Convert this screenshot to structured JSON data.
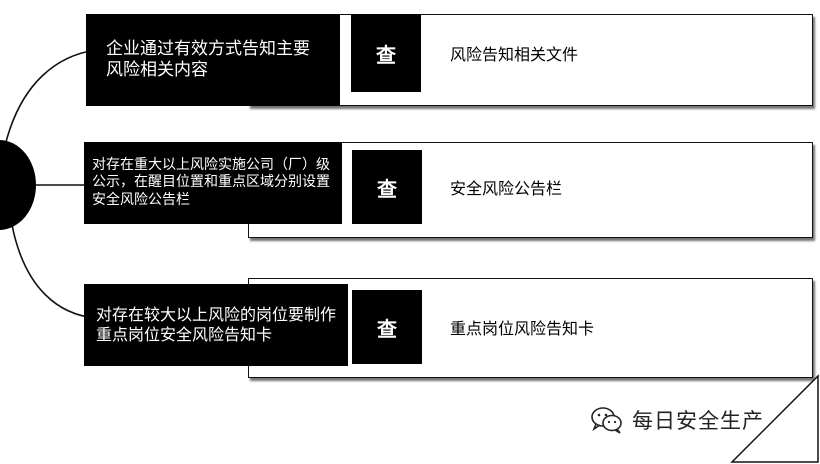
{
  "rows": [
    {
      "condition": "企业通过有效方式告知主要风险相关内容",
      "action": "查",
      "result": "风险告知相关文件"
    },
    {
      "condition": "对存在重大以上风险实施公司（厂）级公示，在醒目位置和重点区域分别设置安全风险公告栏",
      "action": "查",
      "result": "安全风险公告栏"
    },
    {
      "condition": "对存在较大以上风险的岗位要制作重点岗位安全风险告知卡",
      "action": "查",
      "result": "重点岗位风险告知卡"
    }
  ],
  "watermark": {
    "icon": "wechat-icon",
    "text": "每日安全生产"
  }
}
